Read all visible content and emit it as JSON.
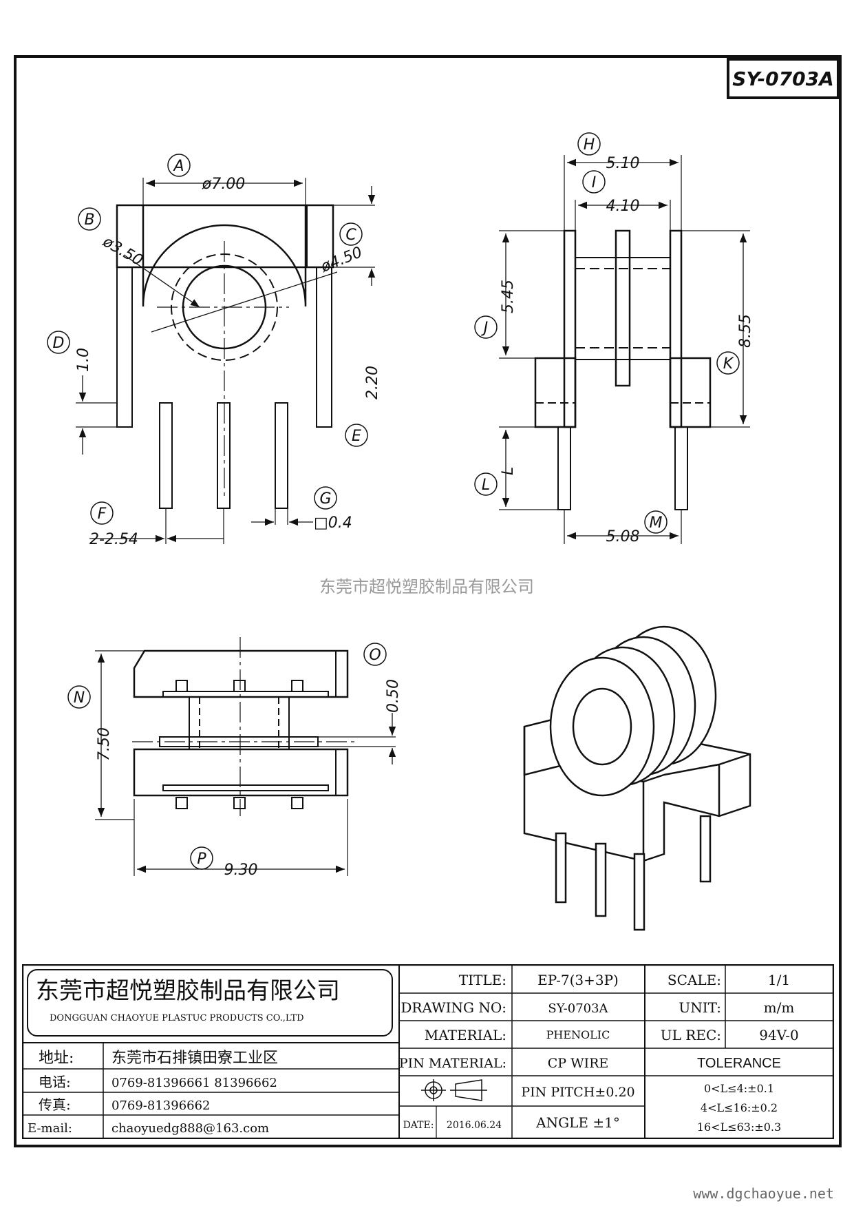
{
  "drawing_number_box": "SY-0703A",
  "watermark": "东莞市超悦塑胶制品有限公司",
  "website": "www.dgchaoyue.net",
  "callouts": [
    "A",
    "B",
    "C",
    "D",
    "E",
    "F",
    "G",
    "H",
    "I",
    "J",
    "K",
    "L",
    "M",
    "N",
    "O",
    "P"
  ],
  "dimensions": {
    "A": "ø7.00",
    "B": "ø3.50",
    "C": "ø4.50",
    "D": "1.0",
    "E": "2.20",
    "F": "2-2.54",
    "G": "□0.4",
    "H": "5.10",
    "I": "4.10",
    "J": "5.45",
    "K": "8.55",
    "L": "L",
    "M": "5.08",
    "N": "7.50",
    "O": "0.50",
    "P": "9.30"
  },
  "title_block": {
    "company_cn": "东莞市超悦塑胶制品有限公司",
    "company_en": "DONGGUAN CHAOYUE PLASTUC PRODUCTS CO.,LTD",
    "address_label": "地址:",
    "address_value": "东莞市石排镇田寮工业区",
    "phone_label": "电话:",
    "phone_value": "0769-81396661  81396662",
    "fax_label": "传真:",
    "fax_value": "0769-81396662",
    "email_label": "E-mail:",
    "email_value": "chaoyuedg888@163.com",
    "title_label": "TITLE:",
    "title_value": "EP-7(3+3P)",
    "drawing_no_label": "DRAWING NO:",
    "drawing_no_value": "SY-0703A",
    "material_label": "MATERIAL:",
    "material_value": "PHENOLIC",
    "pin_material_label": "PIN MATERIAL:",
    "pin_material_value": "CP WIRE",
    "pin_pitch": "PIN PITCH±0.20",
    "angle": "ANGLE  ±1°",
    "date_label": "DATE:",
    "date_value": "2016.06.24",
    "scale_label": "SCALE:",
    "scale_value": "1/1",
    "unit_label": "UNIT:",
    "unit_value": "m/m",
    "ul_label": "UL REC:",
    "ul_value": "94V-0",
    "tolerance_label": "TOLERANCE",
    "tolerance_lines": [
      "0<L≤4:±0.1",
      "4<L≤16:±0.2",
      "16<L≤63:±0.3"
    ]
  }
}
